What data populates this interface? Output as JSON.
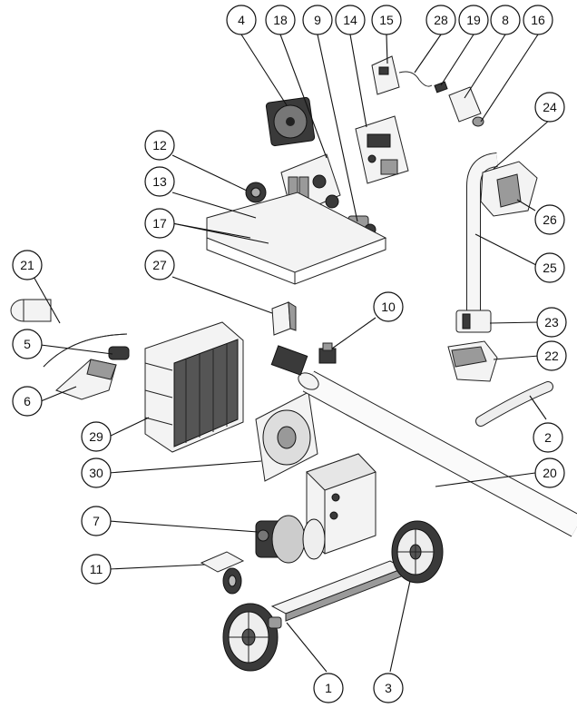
{
  "callouts": [
    {
      "id": "c4",
      "label": "4"
    },
    {
      "id": "c18",
      "label": "18"
    },
    {
      "id": "c9",
      "label": "9"
    },
    {
      "id": "c14",
      "label": "14"
    },
    {
      "id": "c15",
      "label": "15"
    },
    {
      "id": "c28",
      "label": "28"
    },
    {
      "id": "c19",
      "label": "19"
    },
    {
      "id": "c8",
      "label": "8"
    },
    {
      "id": "c16",
      "label": "16"
    },
    {
      "id": "c12",
      "label": "12"
    },
    {
      "id": "c13",
      "label": "13"
    },
    {
      "id": "c17",
      "label": "17"
    },
    {
      "id": "c24",
      "label": "24"
    },
    {
      "id": "c26",
      "label": "26"
    },
    {
      "id": "c25",
      "label": "25"
    },
    {
      "id": "c27",
      "label": "27"
    },
    {
      "id": "c21",
      "label": "21"
    },
    {
      "id": "c10",
      "label": "10"
    },
    {
      "id": "c23",
      "label": "23"
    },
    {
      "id": "c5",
      "label": "5"
    },
    {
      "id": "c22",
      "label": "22"
    },
    {
      "id": "c6",
      "label": "6"
    },
    {
      "id": "c2",
      "label": "2"
    },
    {
      "id": "c29",
      "label": "29"
    },
    {
      "id": "c30",
      "label": "30"
    },
    {
      "id": "c20",
      "label": "20"
    },
    {
      "id": "c7",
      "label": "7"
    },
    {
      "id": "c11",
      "label": "11"
    },
    {
      "id": "c1",
      "label": "1"
    },
    {
      "id": "c3",
      "label": "3"
    }
  ]
}
